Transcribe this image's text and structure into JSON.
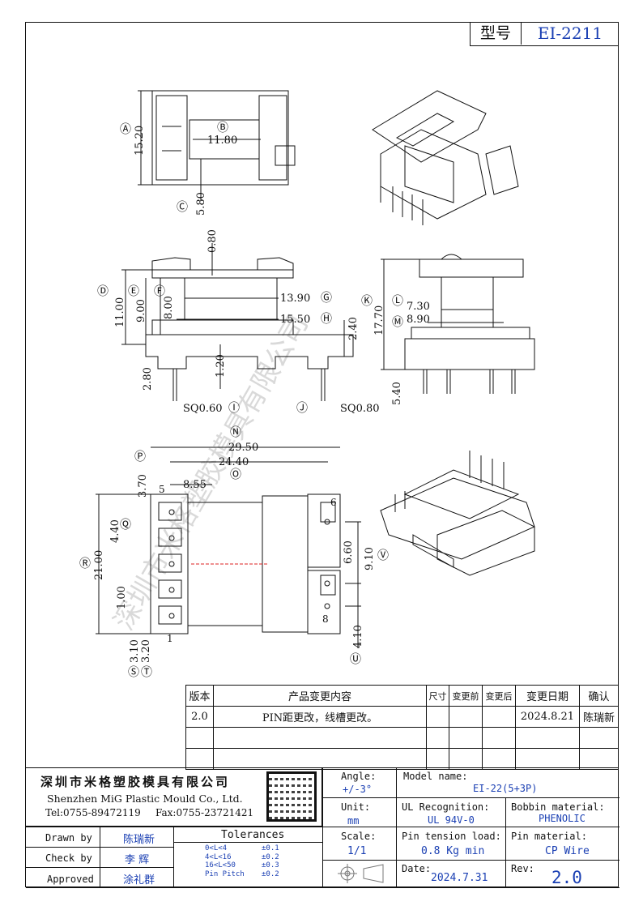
{
  "title_box": {
    "model_label": "型号",
    "model_value": "EI-2211"
  },
  "views": {
    "top": {
      "dims": [
        {
          "id": "Ⓐ",
          "value": "15.20"
        },
        {
          "id": "Ⓑ",
          "value": "11.80"
        },
        {
          "id": "Ⓒ",
          "value": "5.80"
        }
      ]
    },
    "front": {
      "dims": [
        {
          "id": "Ⓓ",
          "value": "11.00"
        },
        {
          "id": "Ⓔ",
          "value": "9.00"
        },
        {
          "id": "Ⓕ",
          "value": "8.00"
        },
        {
          "id": "Ⓖ",
          "value": "13.90"
        },
        {
          "id": "Ⓗ",
          "value": "15.50"
        },
        {
          "id": "Ⓘ",
          "value": "SQ0.60"
        },
        {
          "id": "Ⓙ",
          "value": "SQ0.80"
        }
      ],
      "extra": [
        "0.80",
        "2.40",
        "2.80",
        "1.20"
      ]
    },
    "side": {
      "dims": [
        {
          "id": "Ⓚ",
          "value": "17.70"
        },
        {
          "id": "Ⓛ",
          "value": "7.30"
        },
        {
          "id": "Ⓜ",
          "value": "8.90"
        }
      ],
      "extra": [
        "5.40"
      ]
    },
    "bottom": {
      "dims": [
        {
          "id": "Ⓝ",
          "value": "29.50"
        },
        {
          "id": "Ⓞ",
          "value": "24.40"
        },
        {
          "id": "Ⓟ",
          "value": "3.70"
        },
        {
          "id": "Ⓠ",
          "value": "4.40"
        },
        {
          "id": "Ⓡ",
          "value": "21.00"
        },
        {
          "id": "Ⓢ",
          "value": "3.10"
        },
        {
          "id": "Ⓣ",
          "value": "3.20"
        },
        {
          "id": "Ⓤ",
          "value": "4.10"
        },
        {
          "id": "Ⓥ",
          "value": "9.10"
        }
      ],
      "extra": [
        "8.55",
        "6.60",
        "1.00"
      ],
      "pins": [
        "5",
        "6",
        "8",
        "1"
      ]
    }
  },
  "revision_table": {
    "headers": [
      "版本",
      "产品变更内容",
      "尺寸",
      "变更前",
      "变更后",
      "变更日期",
      "确认"
    ],
    "rows": [
      {
        "version": "2.0",
        "content": "PIN距更改，线槽更改。",
        "date": "2024.8.21",
        "confirm": "陈瑞新"
      }
    ]
  },
  "title_block": {
    "company_cn": "深圳市米格塑胶模具有限公司",
    "company_en": "Shenzhen MiG Plastic Mould Co., Ltd.",
    "tel": "Tel:0755-89472119",
    "fax": "Fax:0755-23721421",
    "angle_label": "Angle:",
    "angle_value": "+/-3°",
    "unit_label": "Unit:",
    "unit_value": "mm",
    "scale_label": "Scale:",
    "scale_value": "1/1",
    "model_label": "Model name:",
    "model_value": "EI-22(5+3P)",
    "ul_label": "UL Recognition:",
    "ul_value": "UL 94V-0",
    "bobbin_label": "Bobbin material:",
    "bobbin_value": "PHENOLIC",
    "tension_label": "Pin tension load:",
    "tension_value": "0.8 Kg min",
    "pin_mat_label": "Pin material:",
    "pin_mat_value": "CP Wire",
    "date_label": "Date:",
    "date_value": "2024.7.31",
    "rev_label": "Rev:",
    "rev_value": "2.0",
    "drawn_label": "Drawn by",
    "drawn_value": "陈瑞新",
    "check_label": "Check by",
    "check_value": "李 辉",
    "approved_label": "Approved",
    "approved_value": "涂礼群",
    "tol_title": "Tolerances",
    "tolerances": [
      {
        "range": "0<L<4",
        "tol": "±0.1"
      },
      {
        "range": "4<L<16",
        "tol": "±0.2"
      },
      {
        "range": "16<L<50",
        "tol": "±0.3"
      },
      {
        "range": "Pin Pitch",
        "tol": "±0.2"
      }
    ]
  }
}
